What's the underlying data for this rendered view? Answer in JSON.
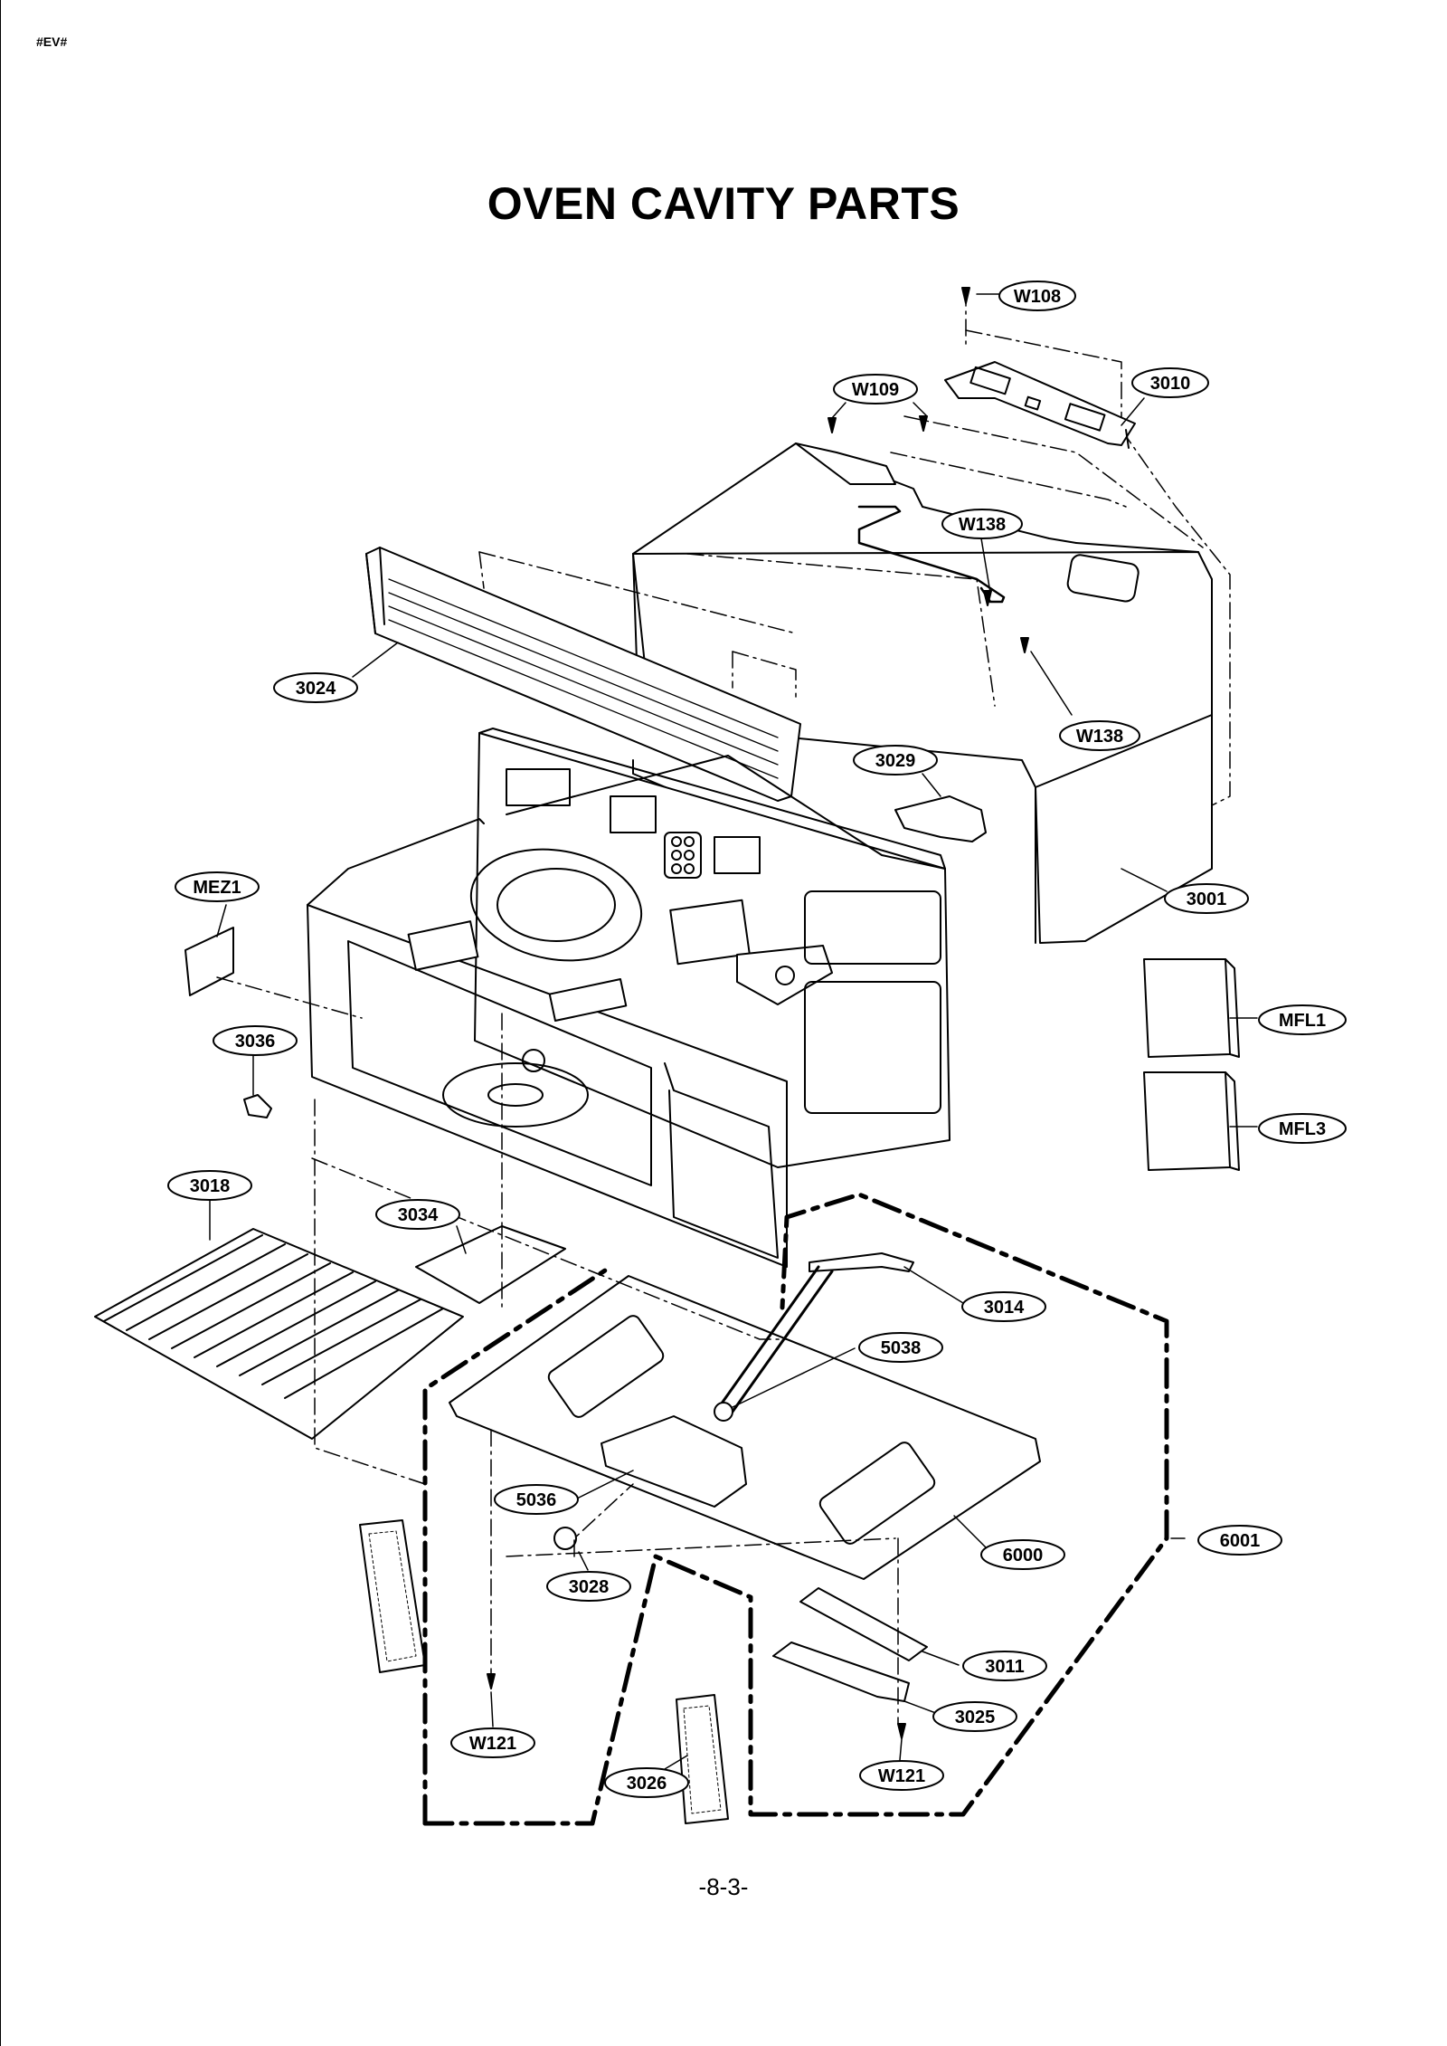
{
  "header": {
    "corner_tag": "#EV#"
  },
  "title": "OVEN CAVITY PARTS",
  "footer": {
    "page_number": "-8-3-"
  },
  "callouts": [
    {
      "id": "w108",
      "label": "W108"
    },
    {
      "id": "3010",
      "label": "3010"
    },
    {
      "id": "w109",
      "label": "W109"
    },
    {
      "id": "w138-upper",
      "label": "W138"
    },
    {
      "id": "w138-lower",
      "label": "W138"
    },
    {
      "id": "3024",
      "label": "3024"
    },
    {
      "id": "3029",
      "label": "3029"
    },
    {
      "id": "3001",
      "label": "3001"
    },
    {
      "id": "mez1",
      "label": "MEZ1"
    },
    {
      "id": "mfl1",
      "label": "MFL1"
    },
    {
      "id": "mfl3",
      "label": "MFL3"
    },
    {
      "id": "3036",
      "label": "3036"
    },
    {
      "id": "3018",
      "label": "3018"
    },
    {
      "id": "3034",
      "label": "3034"
    },
    {
      "id": "3014",
      "label": "3014"
    },
    {
      "id": "5038",
      "label": "5038"
    },
    {
      "id": "5036",
      "label": "5036"
    },
    {
      "id": "6000",
      "label": "6000"
    },
    {
      "id": "6001",
      "label": "6001"
    },
    {
      "id": "3028",
      "label": "3028"
    },
    {
      "id": "3011",
      "label": "3011"
    },
    {
      "id": "3025",
      "label": "3025"
    },
    {
      "id": "w121-left",
      "label": "W121"
    },
    {
      "id": "w121-right",
      "label": "W121"
    },
    {
      "id": "3026",
      "label": "3026"
    }
  ]
}
